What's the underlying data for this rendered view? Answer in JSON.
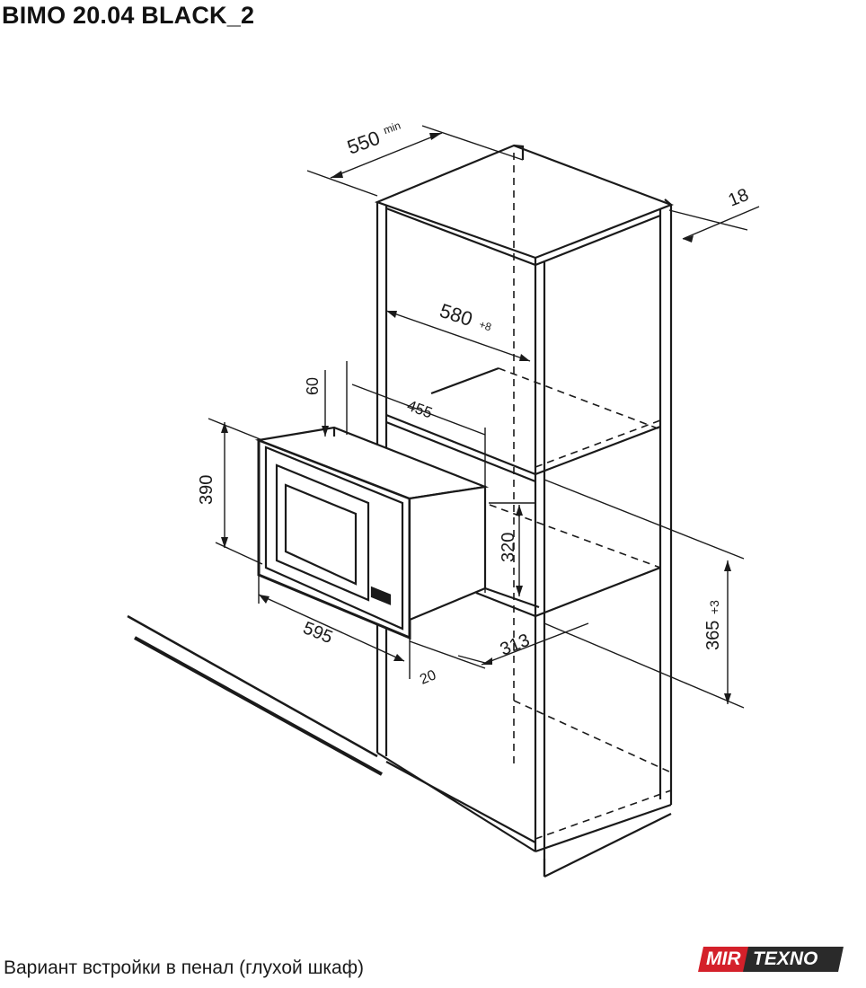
{
  "title": "BIMO 20.04 BLACK_2",
  "caption": "Вариант встройки в пенал (глухой шкаф)",
  "logo": {
    "part1": "MIR",
    "part2": "TEXNO",
    "colors": {
      "part1_bg": "#d4202a",
      "part2_bg": "#2a2a2a"
    }
  },
  "dimensions": {
    "cabinet_depth": {
      "value": "550",
      "suffix": "min"
    },
    "panel_thickness": {
      "value": "18"
    },
    "inner_width": {
      "value": "580",
      "suffix": "+8"
    },
    "top_gap": {
      "value": "60"
    },
    "appliance_depth": {
      "value": "455"
    },
    "front_height": {
      "value": "390"
    },
    "body_height": {
      "value": "320"
    },
    "niche_height": {
      "value": "365",
      "suffix": "+3"
    },
    "front_width": {
      "value": "595"
    },
    "front_offset": {
      "value": "20"
    },
    "front_depth": {
      "value": "313"
    }
  }
}
